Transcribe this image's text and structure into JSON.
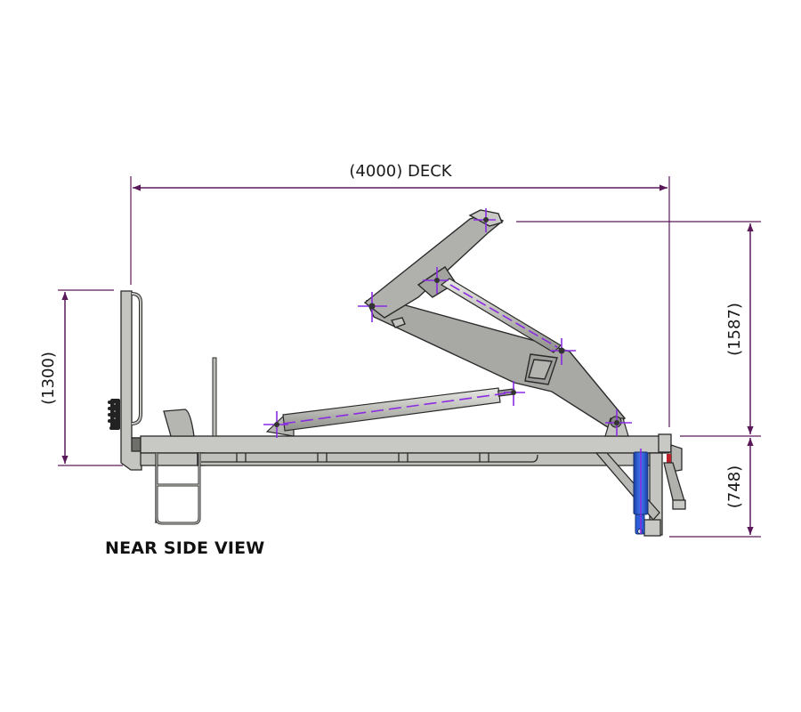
{
  "view_title": "NEAR SIDE VIEW",
  "dimensions": {
    "deck_length": {
      "label": "(4000) DECK",
      "value_mm": 4000
    },
    "headboard_height": {
      "label": "(1300)",
      "value_mm": 1300
    },
    "hook_height_above_deck": {
      "label": "(1587)",
      "value_mm": 1587
    },
    "rear_below_deck": {
      "label": "(748)",
      "value_mm": 748
    }
  },
  "colors": {
    "dimension_line": "#5a1a5a",
    "center_mark": "#8a2be2",
    "steel_fill": "#c4c4c0",
    "steel_dark": "#9a9a96",
    "outline": "#2a2a2a",
    "hydraulic_blue": "#2b5ed8",
    "accent_red": "#c0202a"
  },
  "components": {
    "headboard": "headboard-with-handrail",
    "lights": "rear-light-cluster",
    "ladder": "access-ladder",
    "main_arm": "hook-arm",
    "lift_cylinder": "main-lift-cylinder",
    "jib_cylinder": "jib-cylinder",
    "stabiliser": "rear-stabiliser-leg",
    "roller": "rear-roller-support"
  }
}
